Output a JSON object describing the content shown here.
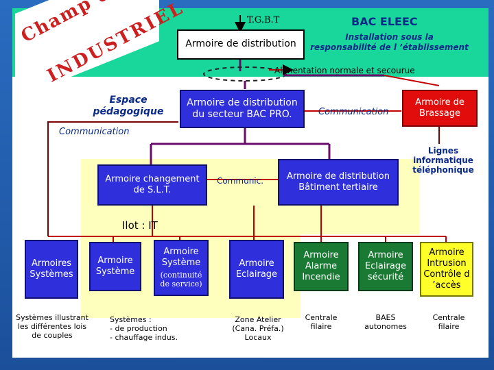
{
  "header": {
    "tgbt": "T.G.B.T",
    "bac_title": "BAC  ELEEC",
    "armoire_distribution": "Armoire de distribution",
    "installation_line1": "Installation sous la",
    "installation_line2": "responsabilité de l ’établissement",
    "alimentation": "Alimentation normale et secourue"
  },
  "champ": {
    "word1": "Champ d'application",
    "word2": "INDUSTRIEL"
  },
  "espace_pedagogique": "Espace pédagogique",
  "armoire_secteur": "Armoire de distribution du secteur BAC PRO.",
  "communication_left": "Communication",
  "communication_right": "Communication",
  "armoire_brassage": "Armoire de Brassage",
  "lignes": "Lignes informatique téléphonique",
  "armoire_changement": "Armoire changement de S.L.T.",
  "communic": "Communic.",
  "armoire_batiment": "Armoire de distribution Bâtiment tertiaire",
  "ilot": "Ilot : IT",
  "bottom_boxes": {
    "armoires_systemes": "Armoires Systèmes",
    "armoire_systeme": "Armoire Système",
    "armoire_systeme_cont_title": "Armoire Système",
    "armoire_systeme_cont_sub": "(continuité de service)",
    "armoire_eclairage": "Armoire Eclairage",
    "armoire_alarme": "Armoire Alarme Incendie",
    "armoire_eclairage_secu": "Armoire Eclairage sécurité",
    "armoire_intrusion": "Armoire Intrusion Contrôle d ’accès"
  },
  "captions": {
    "systemes_illustrant": "Systèmes illustrant les différentes lois de couples",
    "systemes": "Systèmes :\n - de production\n - chauffage indus.",
    "zone_atelier": "Zone Atelier (Cana. Préfa.) Locaux",
    "centrale_filaire_1": "Centrale filaire",
    "baes": "BAES autonomes",
    "centrale_filaire_2": "Centrale filaire"
  },
  "colors": {
    "band": "#19d79b",
    "blue_box": "#2f2fdc",
    "green_box": "#1a7a33",
    "red_box": "#e10d0d",
    "yellow_box": "#ffff2a",
    "arrows": "#c00000"
  }
}
